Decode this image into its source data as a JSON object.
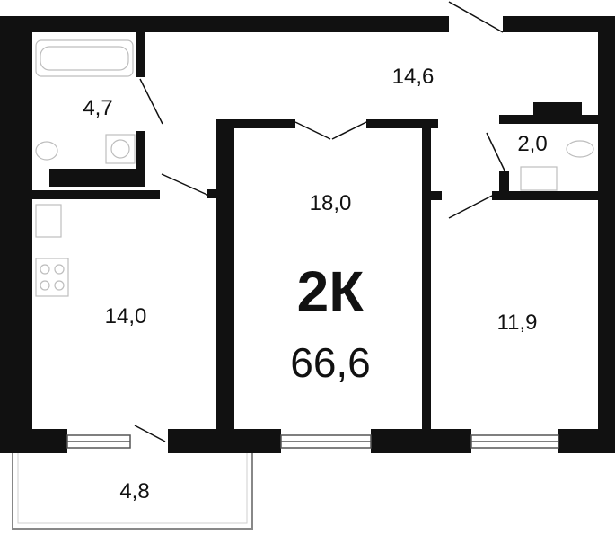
{
  "plan": {
    "type_label": "2К",
    "total_area": "66,6",
    "rooms": {
      "bathroom": "4,7",
      "hallway": "14,6",
      "toilet": "2,0",
      "living_room": "18,0",
      "kitchen": "14,0",
      "bedroom": "11,9",
      "balcony": "4,8"
    }
  },
  "colors": {
    "wall": "#111111",
    "fixture": "#bdbdbd",
    "background": "#ffffff"
  }
}
